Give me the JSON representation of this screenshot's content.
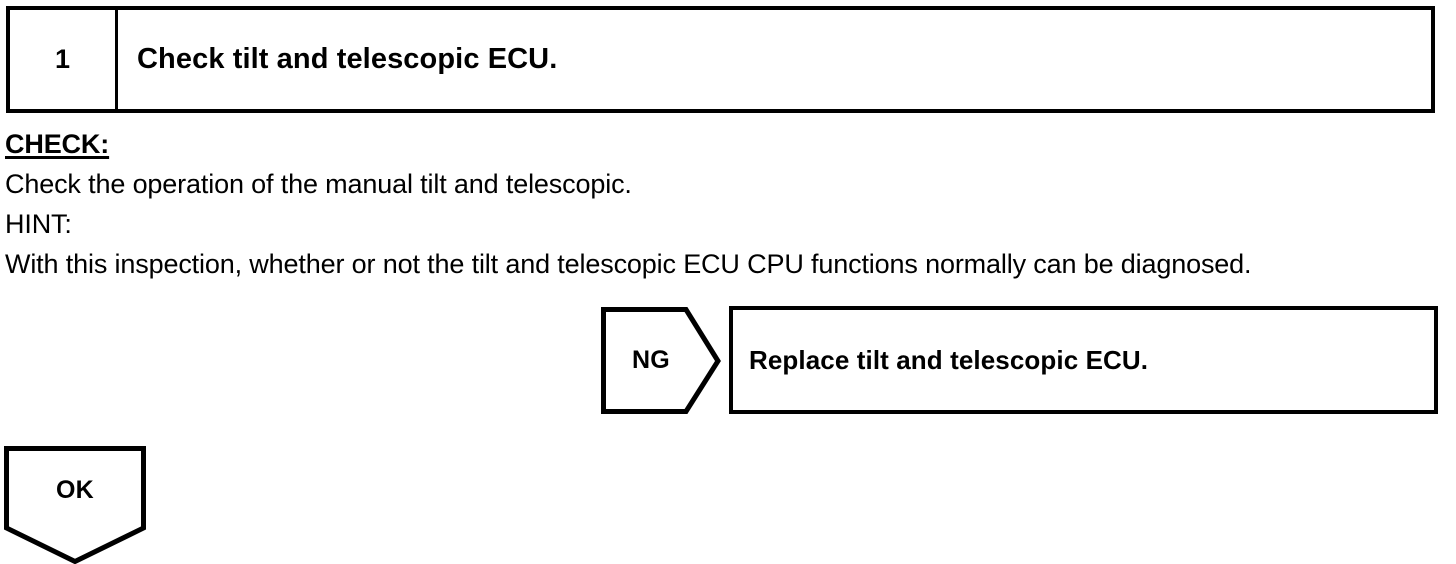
{
  "step": {
    "number": "1",
    "title": "Check tilt and telescopic ECU."
  },
  "body": {
    "check_label": "CHECK:",
    "check_text": "Check the operation of the manual tilt and telescopic.",
    "hint_label": "HINT:",
    "hint_text": "With this inspection, whether or not the tilt and telescopic ECU CPU functions normally can be diagnosed."
  },
  "branches": {
    "ng": {
      "label": "NG",
      "result": "Replace tilt and telescopic ECU."
    },
    "ok": {
      "label": "OK"
    }
  },
  "colors": {
    "ink": "#000000",
    "paper": "#ffffff"
  }
}
